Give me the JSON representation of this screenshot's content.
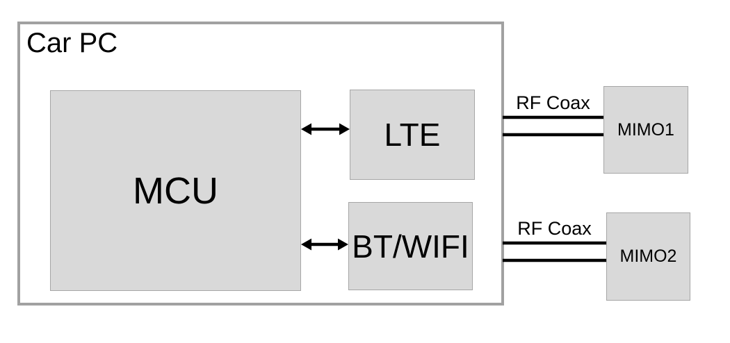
{
  "colors": {
    "block_fill": "#d9d9d9",
    "block_border": "#a6a6a6",
    "container_border": "#a1a1a1",
    "connector": "#000000",
    "text": "#000000"
  },
  "car_pc": {
    "label": "Car PC",
    "blocks": {
      "mcu": {
        "label": "MCU"
      },
      "lte": {
        "label": "LTE"
      },
      "bt_wifi": {
        "label": "BT/WIFI"
      }
    }
  },
  "antennas": {
    "mimo1": {
      "label": "MIMO1"
    },
    "mimo2": {
      "label": "MIMO2"
    }
  },
  "connections": {
    "mcu_lte": {
      "type": "bidirectional-arrow"
    },
    "mcu_bt_wifi": {
      "type": "bidirectional-arrow"
    },
    "rf_coax_top": {
      "label": "RF Coax",
      "type": "twin-coax-lines"
    },
    "rf_coax_bottom": {
      "label": "RF Coax",
      "type": "twin-coax-lines"
    }
  }
}
